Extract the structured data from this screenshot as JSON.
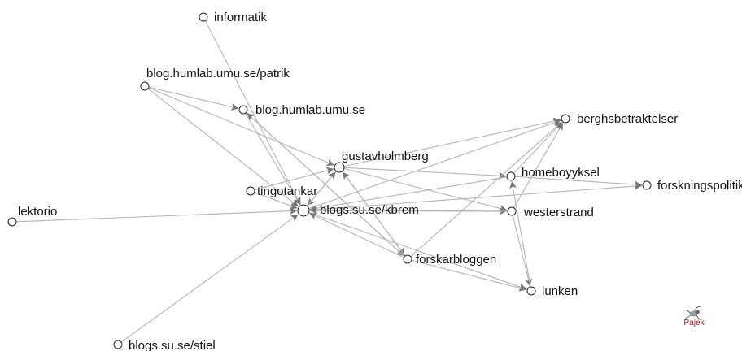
{
  "network": {
    "nodes": [
      {
        "id": "informatik",
        "label": "informatik"
      },
      {
        "id": "patrik",
        "label": "blog.humlab.umu.se/patrik"
      },
      {
        "id": "humlab",
        "label": "blog.humlab.umu.se"
      },
      {
        "id": "berghs",
        "label": "berghsbetraktelser"
      },
      {
        "id": "gustav",
        "label": "gustavholmberg"
      },
      {
        "id": "homeboy",
        "label": "homeboyyksel"
      },
      {
        "id": "forskningspolitik",
        "label": "forskningspolitik"
      },
      {
        "id": "tingo",
        "label": "tingotankar"
      },
      {
        "id": "kbrem",
        "label": "blogs.su.se/kbrem"
      },
      {
        "id": "westerstrand",
        "label": "westerstrand"
      },
      {
        "id": "lektorio",
        "label": "lektorio"
      },
      {
        "id": "forskar",
        "label": "forskarbloggen"
      },
      {
        "id": "lunken",
        "label": "lunken"
      },
      {
        "id": "stiel",
        "label": "blogs.su.se/stiel"
      }
    ],
    "edges": [
      [
        "informatik",
        "kbrem"
      ],
      [
        "patrik",
        "humlab"
      ],
      [
        "patrik",
        "gustav"
      ],
      [
        "patrik",
        "kbrem"
      ],
      [
        "humlab",
        "kbrem"
      ],
      [
        "humlab",
        "forskar"
      ],
      [
        "gustav",
        "berghs"
      ],
      [
        "gustav",
        "homeboy"
      ],
      [
        "gustav",
        "westerstrand"
      ],
      [
        "gustav",
        "kbrem"
      ],
      [
        "gustav",
        "forskar"
      ],
      [
        "tingo",
        "gustav"
      ],
      [
        "tingo",
        "kbrem"
      ],
      [
        "kbrem",
        "gustav"
      ],
      [
        "kbrem",
        "berghs"
      ],
      [
        "kbrem",
        "forskningspolitik"
      ],
      [
        "kbrem",
        "westerstrand"
      ],
      [
        "kbrem",
        "lunken"
      ],
      [
        "homeboy",
        "berghs"
      ],
      [
        "homeboy",
        "forskningspolitik"
      ],
      [
        "homeboy",
        "kbrem"
      ],
      [
        "westerstrand",
        "berghs"
      ],
      [
        "westerstrand",
        "kbrem"
      ],
      [
        "westerstrand",
        "lunken"
      ],
      [
        "forskar",
        "humlab"
      ],
      [
        "forskar",
        "kbrem"
      ],
      [
        "forskar",
        "berghs"
      ],
      [
        "forskar",
        "lunken"
      ],
      [
        "forskar",
        "gustav"
      ],
      [
        "lektorio",
        "kbrem"
      ],
      [
        "stiel",
        "kbrem"
      ],
      [
        "lunken",
        "homeboy"
      ]
    ]
  },
  "logo": {
    "text": "Pajek",
    "color": "#cc0000"
  },
  "colors": {
    "edge": "#b4b4b4",
    "arrow": "#777777",
    "node_stroke": "#222222",
    "label": "#111111"
  },
  "icons": {
    "logo": "spider-icon"
  }
}
